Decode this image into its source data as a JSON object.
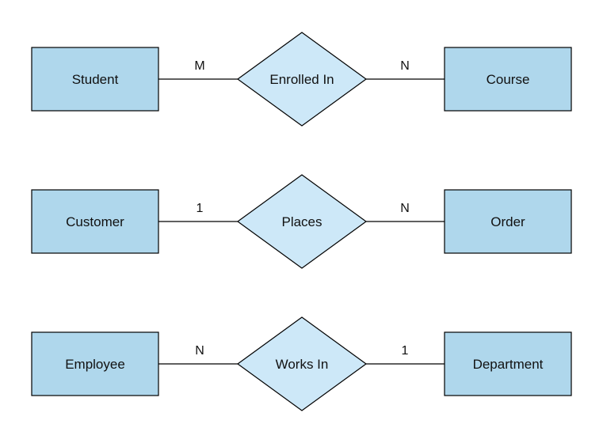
{
  "diagram": {
    "type": "er-diagram",
    "colors": {
      "entity_fill": "#AFD7EC",
      "relationship_fill": "#CDE8F8",
      "stroke": "#000000",
      "text": "#111111",
      "background": "#FFFFFF"
    },
    "rows": [
      {
        "left_entity": "Student",
        "left_cardinality": "M",
        "relationship": "Enrolled In",
        "right_cardinality": "N",
        "right_entity": "Course"
      },
      {
        "left_entity": "Customer",
        "left_cardinality": "1",
        "relationship": "Places",
        "right_cardinality": "N",
        "right_entity": "Order"
      },
      {
        "left_entity": "Employee",
        "left_cardinality": "N",
        "relationship": "Works In",
        "right_cardinality": "1",
        "right_entity": "Department"
      }
    ]
  }
}
